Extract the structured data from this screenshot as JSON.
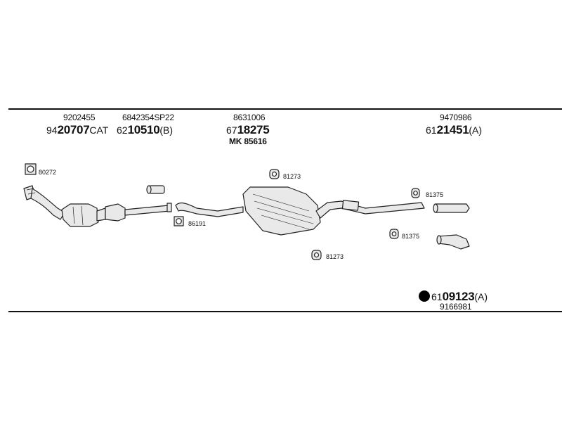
{
  "parts": [
    {
      "id": "p1",
      "ref": "9202455",
      "pre": "94",
      "big": "20707",
      "suf": "CAT"
    },
    {
      "id": "p2",
      "ref": "6842354SP22",
      "pre": "62",
      "big": "10510",
      "suf": "(B)"
    },
    {
      "id": "p3",
      "ref": "8631006",
      "pre": "67",
      "big": "18275",
      "suf": "",
      "extra": "MK 85616"
    },
    {
      "id": "p4",
      "ref": "9470986",
      "pre": "61",
      "big": "21451",
      "suf": "(A)"
    }
  ],
  "callouts": {
    "gasket_top": "80272",
    "gasket_mid": "86191",
    "hanger_1": "81273",
    "hanger_2": "81273",
    "hanger_3": "81375",
    "hanger_4": "81375"
  },
  "kit": {
    "pre": "61",
    "big": "09123",
    "suf": "(A)",
    "ref": "9166981"
  }
}
